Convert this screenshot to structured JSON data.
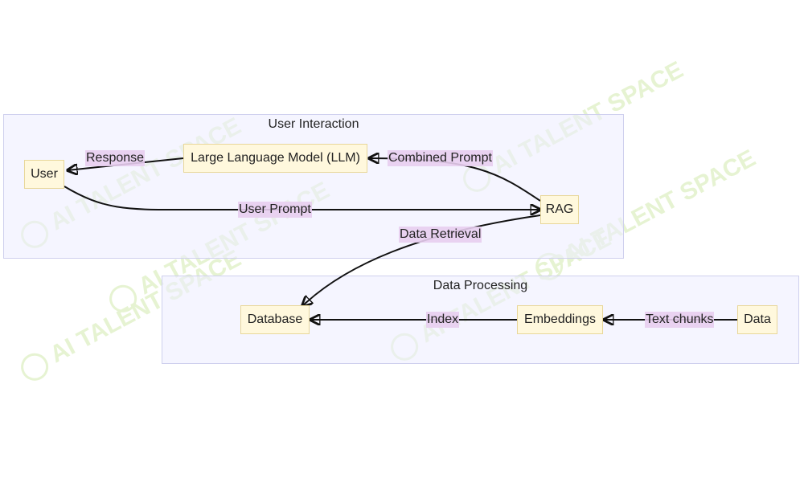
{
  "watermark": {
    "text": "AI TALENT SPACE",
    "color": "#e6f3d2"
  },
  "clusters": {
    "user_interaction": {
      "title": "User Interaction"
    },
    "data_processing": {
      "title": "Data Processing"
    }
  },
  "nodes": {
    "user": "User",
    "llm": "Large Language Model (LLM)",
    "rag": "RAG",
    "database": "Database",
    "embeddings": "Embeddings",
    "data": "Data"
  },
  "edges": {
    "response": "Response",
    "combined_prompt": "Combined Prompt",
    "user_prompt": "User Prompt",
    "data_retrieval": "Data Retrieval",
    "index": "Index",
    "text_chunks": "Text chunks"
  },
  "colors": {
    "node_fill": "#fff8dd",
    "node_border": "#e8d79a",
    "cluster_fill": "#ececff",
    "cluster_border": "#cfd0ee",
    "edge_label_bg": "#e8cef0",
    "edge_stroke": "#111111"
  }
}
